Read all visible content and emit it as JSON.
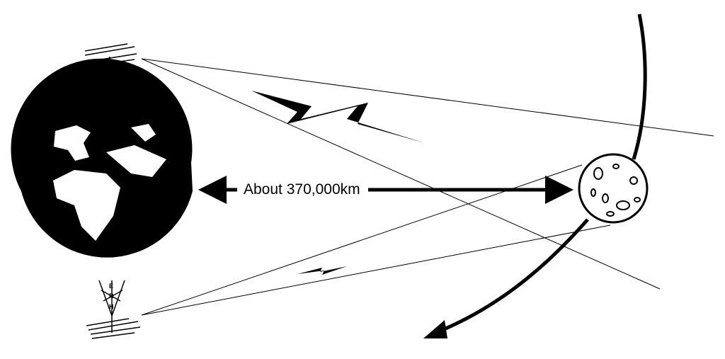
{
  "diagram": {
    "distance_label": "About 370,000km",
    "tower_letters_top": [
      "H",
      "R",
      "E"
    ],
    "tower_letters_bottom": [
      "E",
      "R",
      "H"
    ],
    "colors": {
      "ink": "#000000",
      "background": "#ffffff"
    }
  }
}
